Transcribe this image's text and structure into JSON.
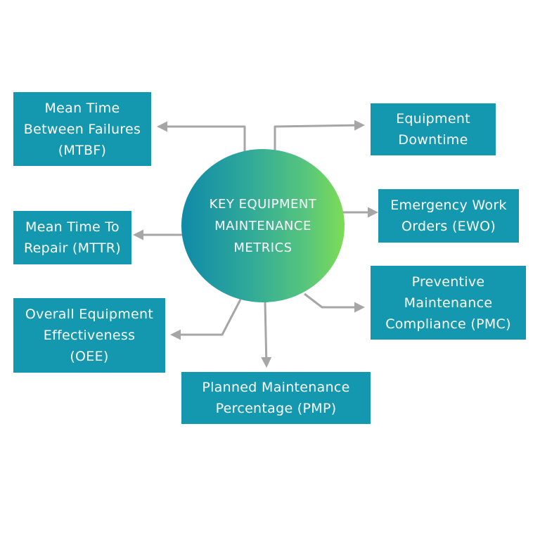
{
  "center": {
    "label": "KEY EQUIPMENT\nMAINTENANCE\nMETRICS"
  },
  "boxes": {
    "mtbf": "Mean Time\nBetween Failures\n(MTBF)",
    "downtime": "Equipment\nDowntime",
    "ewo": "Emergency Work\nOrders (EWO)",
    "mttr": "Mean Time To\nRepair (MTTR)",
    "pmc": "Preventive\nMaintenance\nCompliance (PMC)",
    "oee": "Overall Equipment\nEffectiveness\n(OEE)",
    "pmp": "Planned Maintenance\nPercentage (PMP)"
  },
  "colors": {
    "box": "#1498b0",
    "connector": "#a6a6a6",
    "gradient_start": "#0f8aa8",
    "gradient_end": "#7ddc56"
  }
}
